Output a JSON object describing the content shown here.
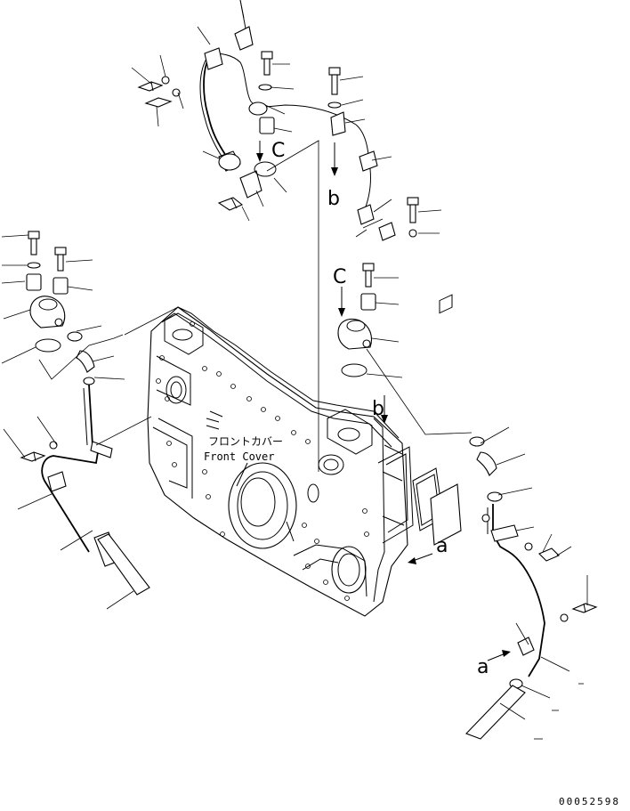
{
  "part_label": {
    "japanese": "フロントカバー",
    "english": "Front Cover"
  },
  "callouts": {
    "c_top": "C",
    "b_top": "b",
    "c_right": "C",
    "b_right": "b",
    "a_right": "a",
    "a_bottom": "a"
  },
  "drawing_number": "00052598"
}
